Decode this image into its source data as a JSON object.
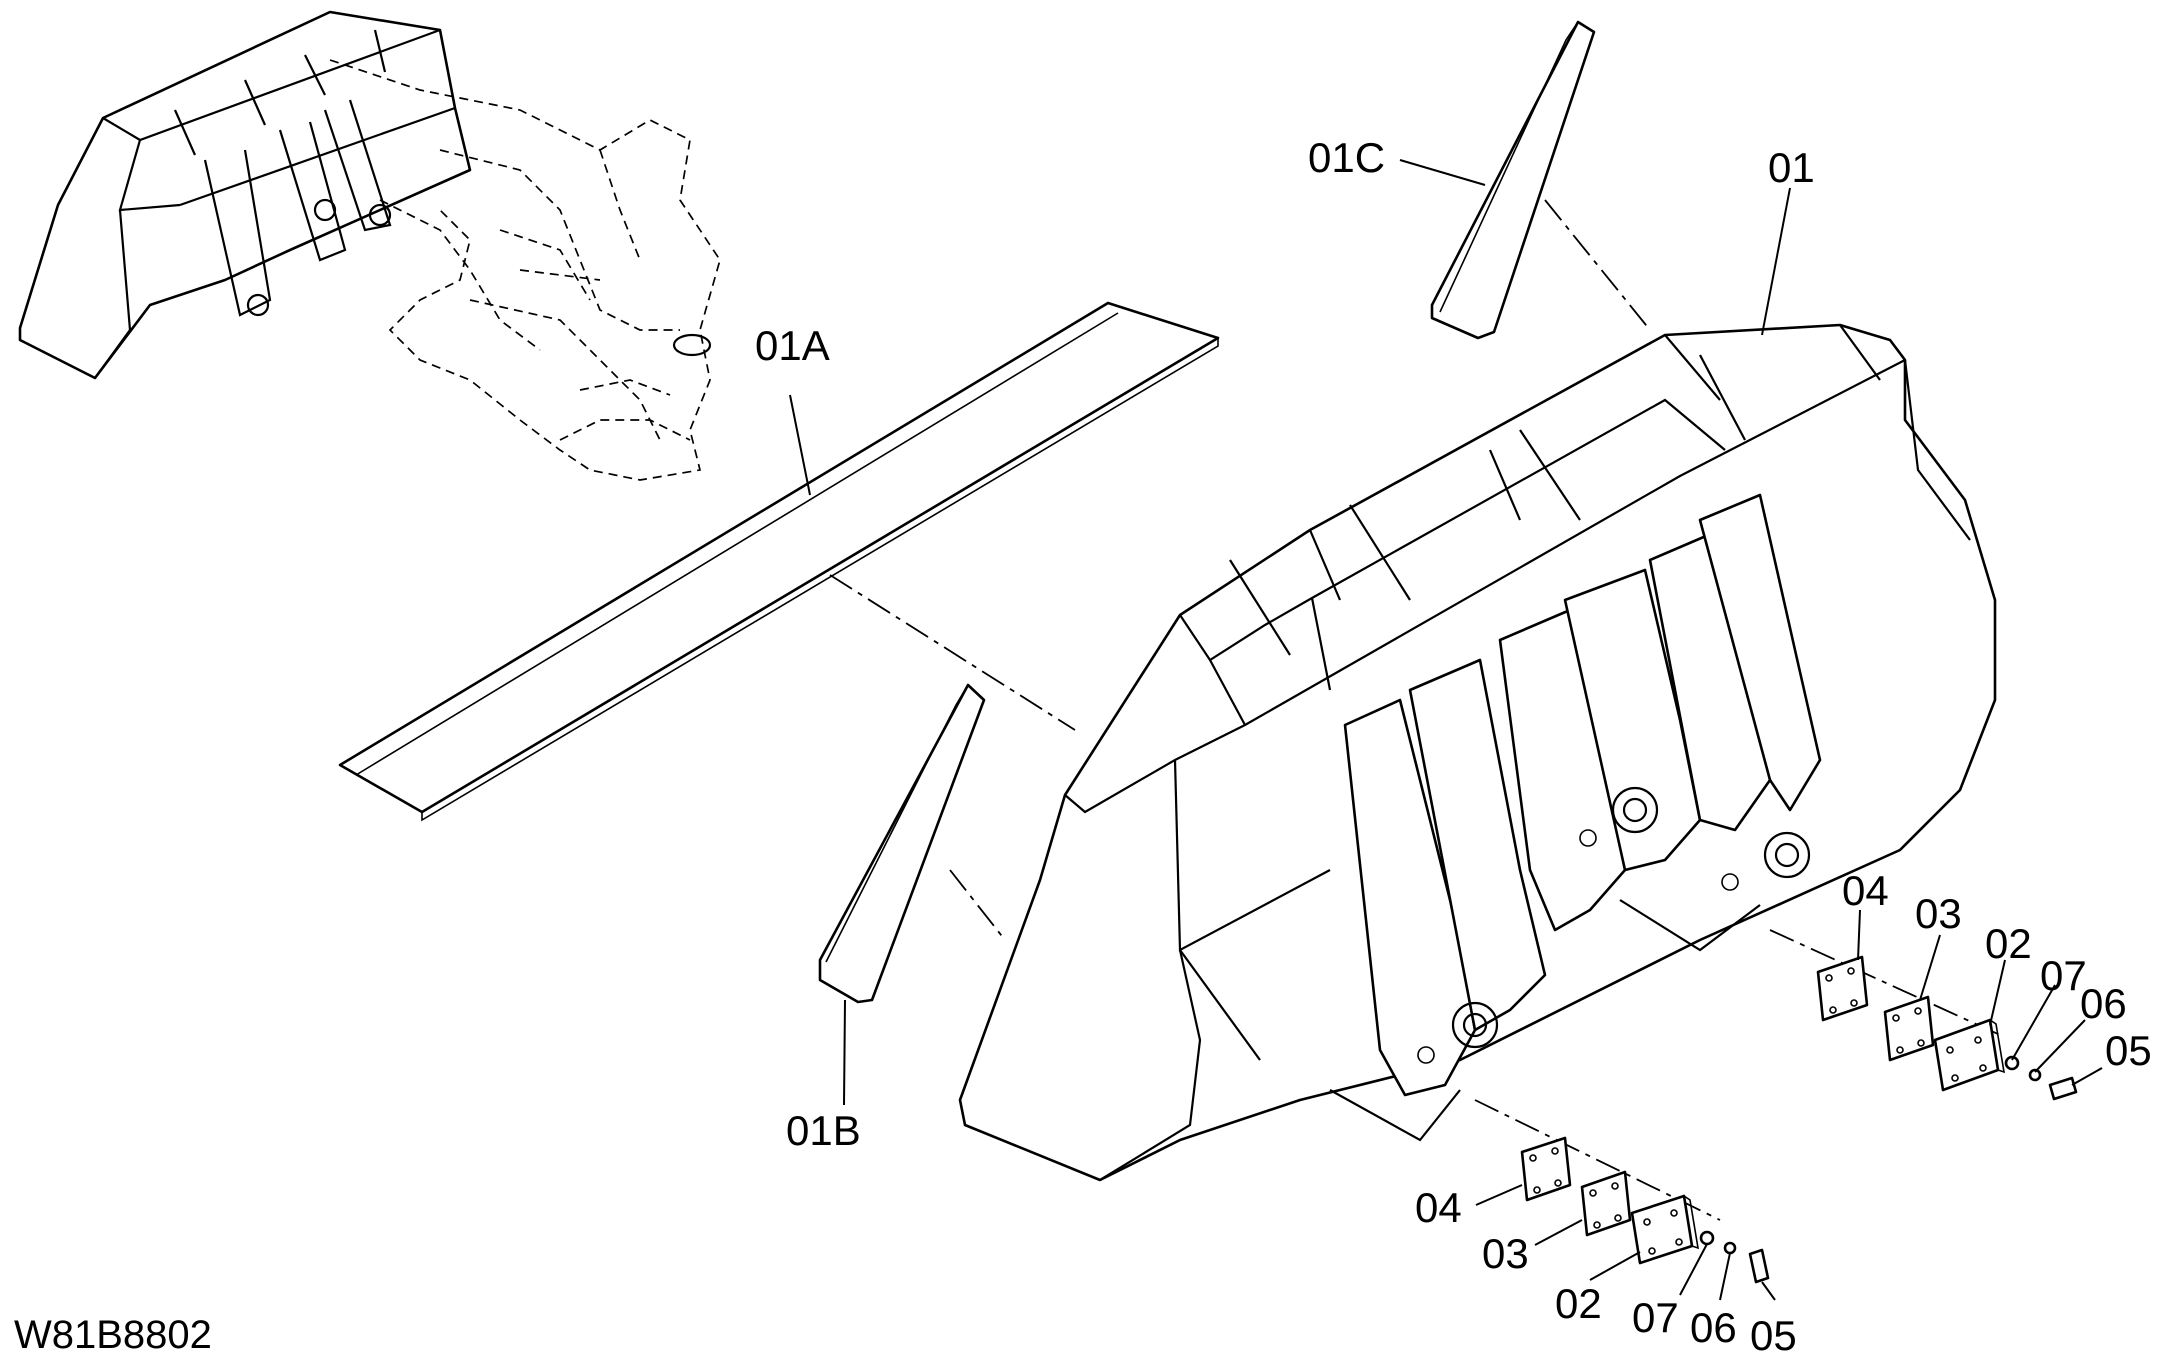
{
  "drawing": {
    "code": "W81B8802",
    "colors": {
      "ink": "#000000",
      "paper": "#ffffff"
    }
  },
  "callouts": {
    "bucket": "01",
    "cutting_edge": "01A",
    "side_cutter_left": "01B",
    "side_cutter_right": "01C",
    "plate_upper": "02",
    "plate_lower": "02",
    "shim_thick_upper": "03",
    "shim_thick_lower": "03",
    "shim_thin_upper": "04",
    "shim_thin_lower": "04",
    "bolt_upper": "05",
    "bolt_lower": "05",
    "washer_upper": "06",
    "washer_lower": "06",
    "lockwasher_upper": "07",
    "lockwasher_lower": "07"
  }
}
